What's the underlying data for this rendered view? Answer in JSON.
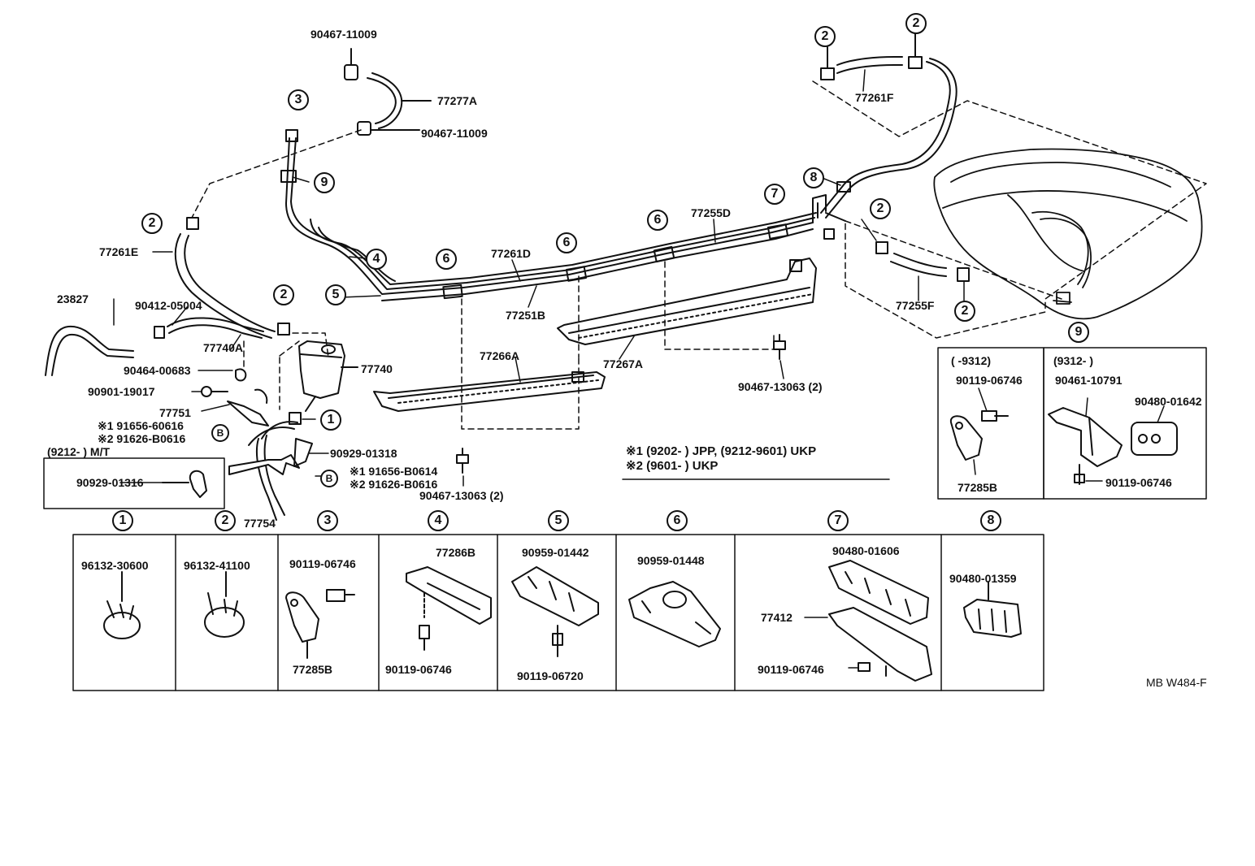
{
  "parts": {
    "p90467_11009a": "90467-11009",
    "p77277A": "77277A",
    "p90467_11009b": "90467-11009",
    "p77261F": "77261F",
    "p77255D": "77255D",
    "p77261D": "77261D",
    "p77261E": "77261E",
    "p23827": "23827",
    "p90412_05004": "90412-05004",
    "p77740A": "77740A",
    "p90464_00683": "90464-00683",
    "p77740": "77740",
    "p90901_19017": "90901-19017",
    "p77751": "77751",
    "p91656_60616": "※1 91656-60616",
    "p91626_B0616": "※2 91626-B0616",
    "p9212_MT": "(9212-        ) M/T",
    "p90929_01316": "90929-01316",
    "p90929_01318": "90929-01318",
    "p91656_B0614": "※1 91656-B0614",
    "p91626_B0616b": "※2 91626-B0616",
    "p77754": "77754",
    "p77251B": "77251B",
    "p77266A": "77266A",
    "p77267A": "77267A",
    "p77255F": "77255F",
    "p90467_13063a": "90467-13063 (2)",
    "p90467_13063b": "90467-13063 (2)",
    "note1": "※1 (9202-           ) JPP, (9212-9601) UKP",
    "note2": "※2 (9601-           ) UKP",
    "ref": "MB W484-F"
  },
  "circles": {
    "c1": "1",
    "c2": "2",
    "c3": "3",
    "c4": "4",
    "c5": "5",
    "c6": "6",
    "c7": "7",
    "c8": "8",
    "c9": "9",
    "B": "B"
  },
  "panel9": {
    "left_range": "(       -9312)",
    "right_range": "(9312-        )",
    "p90119_06746a": "90119-06746",
    "p77285B": "77285B",
    "p90461_10791": "90461-10791",
    "p90480_01642": "90480-01642",
    "p90119_06746b": "90119-06746"
  },
  "table": {
    "c1_part": "96132-30600",
    "c2_part": "96132-41100",
    "c3_part": "90119-06746",
    "c3_part2": "77285B",
    "c4_part": "77286B",
    "c4_part2": "90119-06746",
    "c5_part": "90959-01442",
    "c5_part2": "90119-06720",
    "c6_part": "90959-01448",
    "c7_part": "90480-01606",
    "c7_part2": "77412",
    "c7_part3": "90119-06746",
    "c8_part": "90480-01359"
  }
}
